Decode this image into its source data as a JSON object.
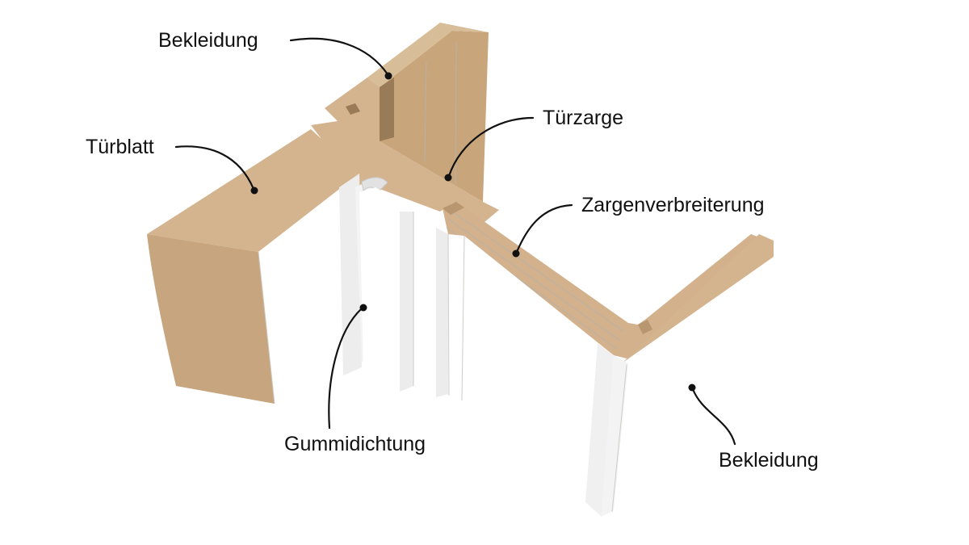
{
  "labels": {
    "bekleidung_top": "Bekleidung",
    "tuerblatt": "Türblatt",
    "tuerzarge": "Türzarge",
    "zargenverbreiterung": "Zargenverbreiterung",
    "gummidichtung": "Gummidichtung",
    "bekleidung_bottom": "Bekleidung"
  },
  "colors": {
    "mdf": "#d4b48f",
    "mdf_dark": "#c4a27b",
    "mdf_shadow": "#9a7b57",
    "white": "#ffffff",
    "white_side": "#f1f1f1",
    "white_shade": "#e6e6e6",
    "background": "#ffffff",
    "text": "#111111"
  }
}
